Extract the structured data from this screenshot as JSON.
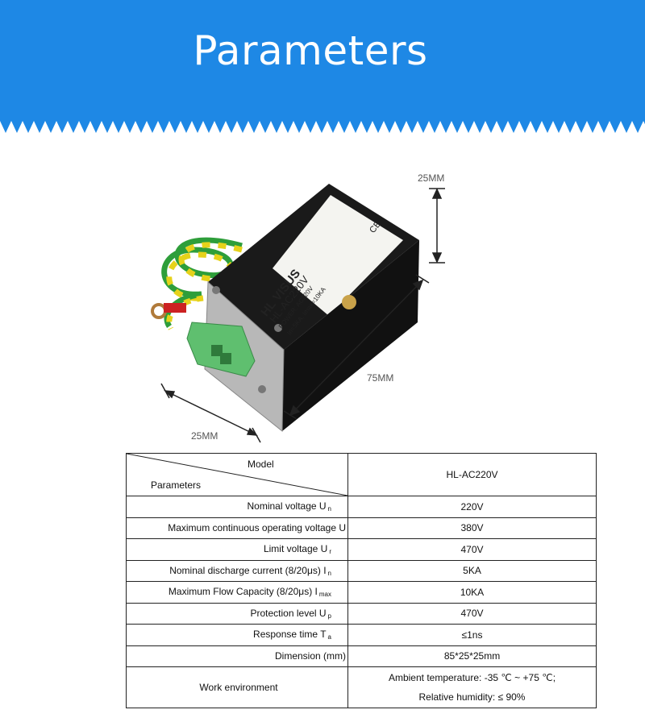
{
  "banner": {
    "title": "Parameters",
    "color": "#1e88e5"
  },
  "figure": {
    "dim_height": "25MM",
    "dim_length": "75MM",
    "dim_width": "25MM",
    "product": {
      "brand": "HL VISUS",
      "model": "HL-AC220V",
      "power_line": "POWER: AC220V",
      "current_line": "In=5KA, Imax=10KA",
      "ce_mark": "CE"
    }
  },
  "table": {
    "header_model": "Model",
    "header_params": "Parameters",
    "model_value": "HL-AC220V",
    "rows": [
      {
        "label": "Nominal voltage U",
        "sub": "n",
        "value": "220V"
      },
      {
        "label": "Maximum continuous operating voltage U",
        "sub": "",
        "value": "380V"
      },
      {
        "label": "Limit voltage U",
        "sub": "r",
        "value": "470V"
      },
      {
        "label": "Nominal discharge current (8/20μs) I",
        "sub": "n",
        "value": "5KA"
      },
      {
        "label": "Maximum Flow Capacity (8/20μs) I",
        "sub": "max",
        "value": "10KA"
      },
      {
        "label": "Protection level U",
        "sub": "p",
        "value": "470V"
      },
      {
        "label": "Response time T",
        "sub": "a",
        "value": "≤1ns"
      },
      {
        "label": "Dimension (mm)",
        "sub": "",
        "value": "85*25*25mm"
      }
    ],
    "env_label": "Work environment",
    "env_value1": "Ambient temperature: -35 ℃ ~ +75 ℃;",
    "env_value2": "Relative humidity: ≤ 90%"
  }
}
